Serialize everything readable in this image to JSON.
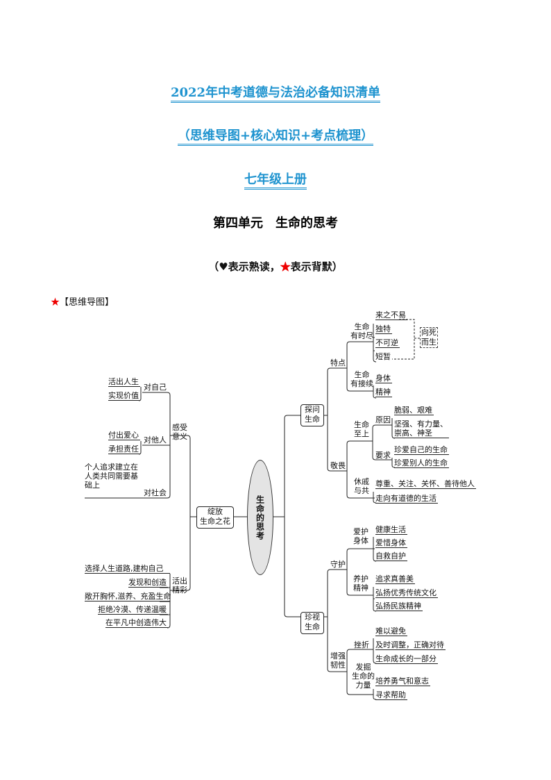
{
  "header": {
    "title_line1": "2022年中考道德与法治必备知识清单",
    "title_line2": "（思维导图+核心知识+考点梳理）",
    "title_line3": "七年级上册",
    "unit_title": "第四单元　生命的思考",
    "legend_open": "（",
    "legend_heart_icon": "heart-icon",
    "legend_read": "表示熟读，",
    "legend_star_icon": "star-icon",
    "legend_recite": "表示背默）",
    "mindmap_heading": "【思维导图】",
    "title_color": "#1e93cf",
    "star_color": "#e00000"
  },
  "mindmap": {
    "center": "生命的思考",
    "left": {
      "root": "绽放\n生命之花",
      "feel_meaning": {
        "label": "感受\n意义",
        "self": {
          "label": "对自己",
          "items": [
            "活出人生",
            "实现价值"
          ]
        },
        "others": {
          "label": "对他人",
          "items": [
            "付出爱心",
            "承担责任"
          ]
        },
        "society": {
          "label": "对社会",
          "items": [
            "个人追求建立在\n人类共同需要基\n础上"
          ]
        }
      },
      "live_wonderful": {
        "label": "活出\n精彩",
        "items": [
          "选择人生道路,建构自己",
          "发现和创造",
          "敞开胸怀,滋养、充盈生命",
          "拒绝冷漠、传递温暖",
          "在平凡中创造伟大"
        ]
      }
    },
    "right": {
      "explore": {
        "root": "探问\n生命",
        "features": {
          "label": "特点",
          "limited": {
            "label": "生命\n有时尽",
            "items": [
              "来之不易",
              "独特",
              "不可逆",
              "短暂"
            ]
          },
          "toward_death": "向死\n而生",
          "continued": {
            "label": "生命\n有接续",
            "items": [
              "身体",
              "精神"
            ]
          }
        },
        "awe": {
          "label": "敬畏",
          "supreme": {
            "label": "生命\n至上",
            "reason": {
              "label": "原因",
              "items": [
                "脆弱、艰难",
                "坚强、有力量、\n崇高、神圣"
              ]
            },
            "require": {
              "label": "要求",
              "items": [
                "珍爱自己的生命",
                "珍爱别人的生命"
              ]
            }
          },
          "shared": {
            "label": "休戚\n与共",
            "items": [
              "尊重、关注、关怀、善待他人",
              "走向有道德的生活"
            ]
          }
        }
      },
      "cherish": {
        "root": "珍视\n生命",
        "guard": {
          "label": "守护",
          "body": {
            "label": "爱护\n身体",
            "items": [
              "健康生活",
              "爱惜身体",
              "自救自护"
            ]
          },
          "spirit": {
            "label": "养护\n精神",
            "items": [
              "追求真善美",
              "弘扬优秀传统文化",
              "弘扬民族精神"
            ]
          }
        },
        "resilience": {
          "label": "增强\n韧性",
          "setback": {
            "label": "挫折",
            "items": [
              "难以避免",
              "及时调整，正确对待",
              "生命成长的一部分"
            ]
          },
          "power": {
            "label": "发掘\n生命的\n力量",
            "items": [
              "培养勇气和意志",
              "寻求帮助"
            ]
          }
        }
      }
    }
  }
}
